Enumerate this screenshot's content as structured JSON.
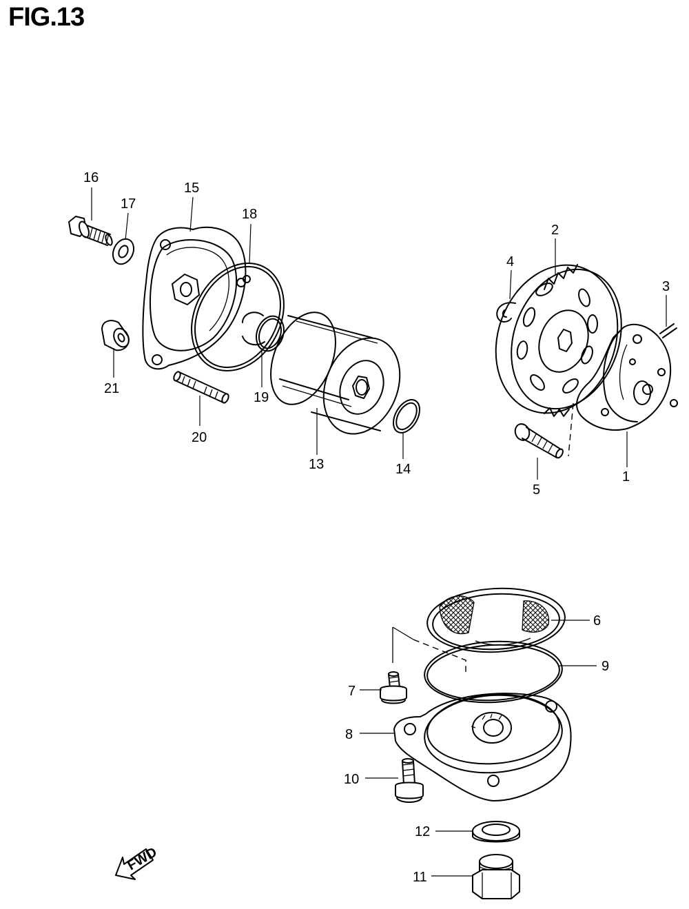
{
  "title": "FIG.13",
  "fwd_label": "FWD",
  "callouts": [
    {
      "id": "1",
      "text": "1"
    },
    {
      "id": "2",
      "text": "2"
    },
    {
      "id": "3",
      "text": "3"
    },
    {
      "id": "4",
      "text": "4"
    },
    {
      "id": "5",
      "text": "5"
    },
    {
      "id": "6",
      "text": "6"
    },
    {
      "id": "7",
      "text": "7"
    },
    {
      "id": "8",
      "text": "8"
    },
    {
      "id": "9",
      "text": "9"
    },
    {
      "id": "10",
      "text": "10"
    },
    {
      "id": "11",
      "text": "11"
    },
    {
      "id": "12",
      "text": "12"
    },
    {
      "id": "13",
      "text": "13"
    },
    {
      "id": "14",
      "text": "14"
    },
    {
      "id": "15",
      "text": "15"
    },
    {
      "id": "16",
      "text": "16"
    },
    {
      "id": "17",
      "text": "17"
    },
    {
      "id": "18",
      "text": "18"
    },
    {
      "id": "19",
      "text": "19"
    },
    {
      "id": "20",
      "text": "20"
    },
    {
      "id": "21",
      "text": "21"
    }
  ]
}
